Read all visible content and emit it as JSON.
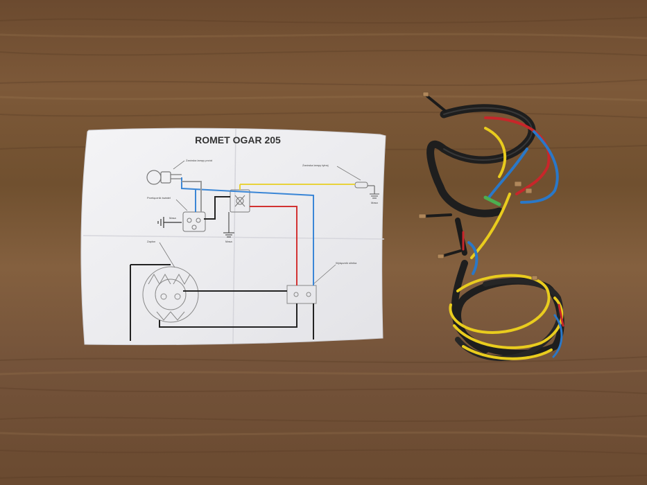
{
  "diagram": {
    "title": "ROMET OGAR 205",
    "labels": {
      "front_lamp": "Żarówka lampy przód",
      "rear_lamp": "Żarówka lampy tylnej",
      "light_switch": "Przełącznik świateł",
      "ground_left": "Masa",
      "ground_center": "Masa",
      "ground_right": "Masa",
      "ignition": "Zapłon",
      "kill_switch": "Wyłącznik silnika"
    }
  },
  "colors": {
    "wood_base": "#7a5637",
    "paper": "#f1f1f3",
    "wire_yellow": "#e9cc1e",
    "wire_red": "#c8262a",
    "wire_blue": "#2a78c8",
    "wire_black": "#1b1b1b",
    "sheath": "#1e1e1e"
  }
}
